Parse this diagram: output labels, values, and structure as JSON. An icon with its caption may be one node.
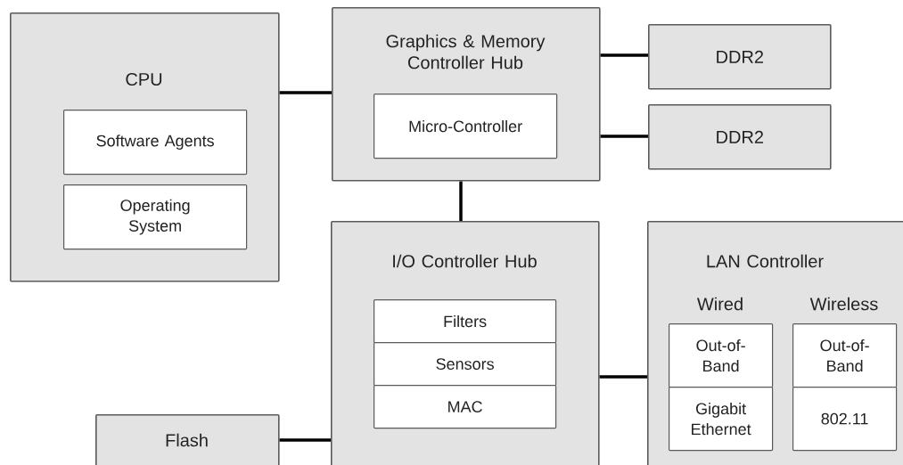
{
  "diagram": {
    "nodes": [
      {
        "text": [
          "CPU"
        ]
      },
      {
        "text": [
          "Software Agents"
        ],
        "in": 0
      },
      {
        "text": [
          "Operating System"
        ],
        "in": 0
      },
      {
        "text": [
          "Graphics & Memory Controller Hub"
        ]
      },
      {
        "text": [
          "Micro-Controller"
        ],
        "in": 3
      },
      {
        "text": [
          "DDR2"
        ]
      },
      {
        "text": [
          "DDR2"
        ]
      },
      {
        "text": [
          "I/O Controller Hub"
        ]
      },
      {
        "text": [
          "Filters"
        ],
        "in": 7
      },
      {
        "text": [
          "Sensors"
        ],
        "in": 7
      },
      {
        "text": [
          "MAC"
        ],
        "in": 7
      },
      {
        "text": [
          "LAN Controller"
        ]
      },
      {
        "text": [
          "Out-of- Band"
        ],
        "in": 11,
        "beside": [
          "Wired"
        ]
      },
      {
        "text": [
          "Gigabit Ethernet"
        ],
        "in": 11
      },
      {
        "text": [
          "Out-of- Band"
        ],
        "in": 11,
        "beside": [
          "Wireless"
        ]
      },
      {
        "text": [
          "802.11"
        ],
        "in": 11
      },
      {
        "text": [
          "Flash"
        ]
      }
    ],
    "edges": [
      {
        "from": 0,
        "to": 3,
        "arrow": "none"
      },
      {
        "from": 3,
        "to": 5,
        "arrow": "none"
      },
      {
        "from": 3,
        "to": 6,
        "arrow": "none"
      },
      {
        "from": 3,
        "to": 7,
        "arrow": "none"
      },
      {
        "from": 7,
        "to": 11,
        "arrow": "none"
      },
      {
        "from": 16,
        "to": 7,
        "arrow": "none"
      }
    ]
  }
}
